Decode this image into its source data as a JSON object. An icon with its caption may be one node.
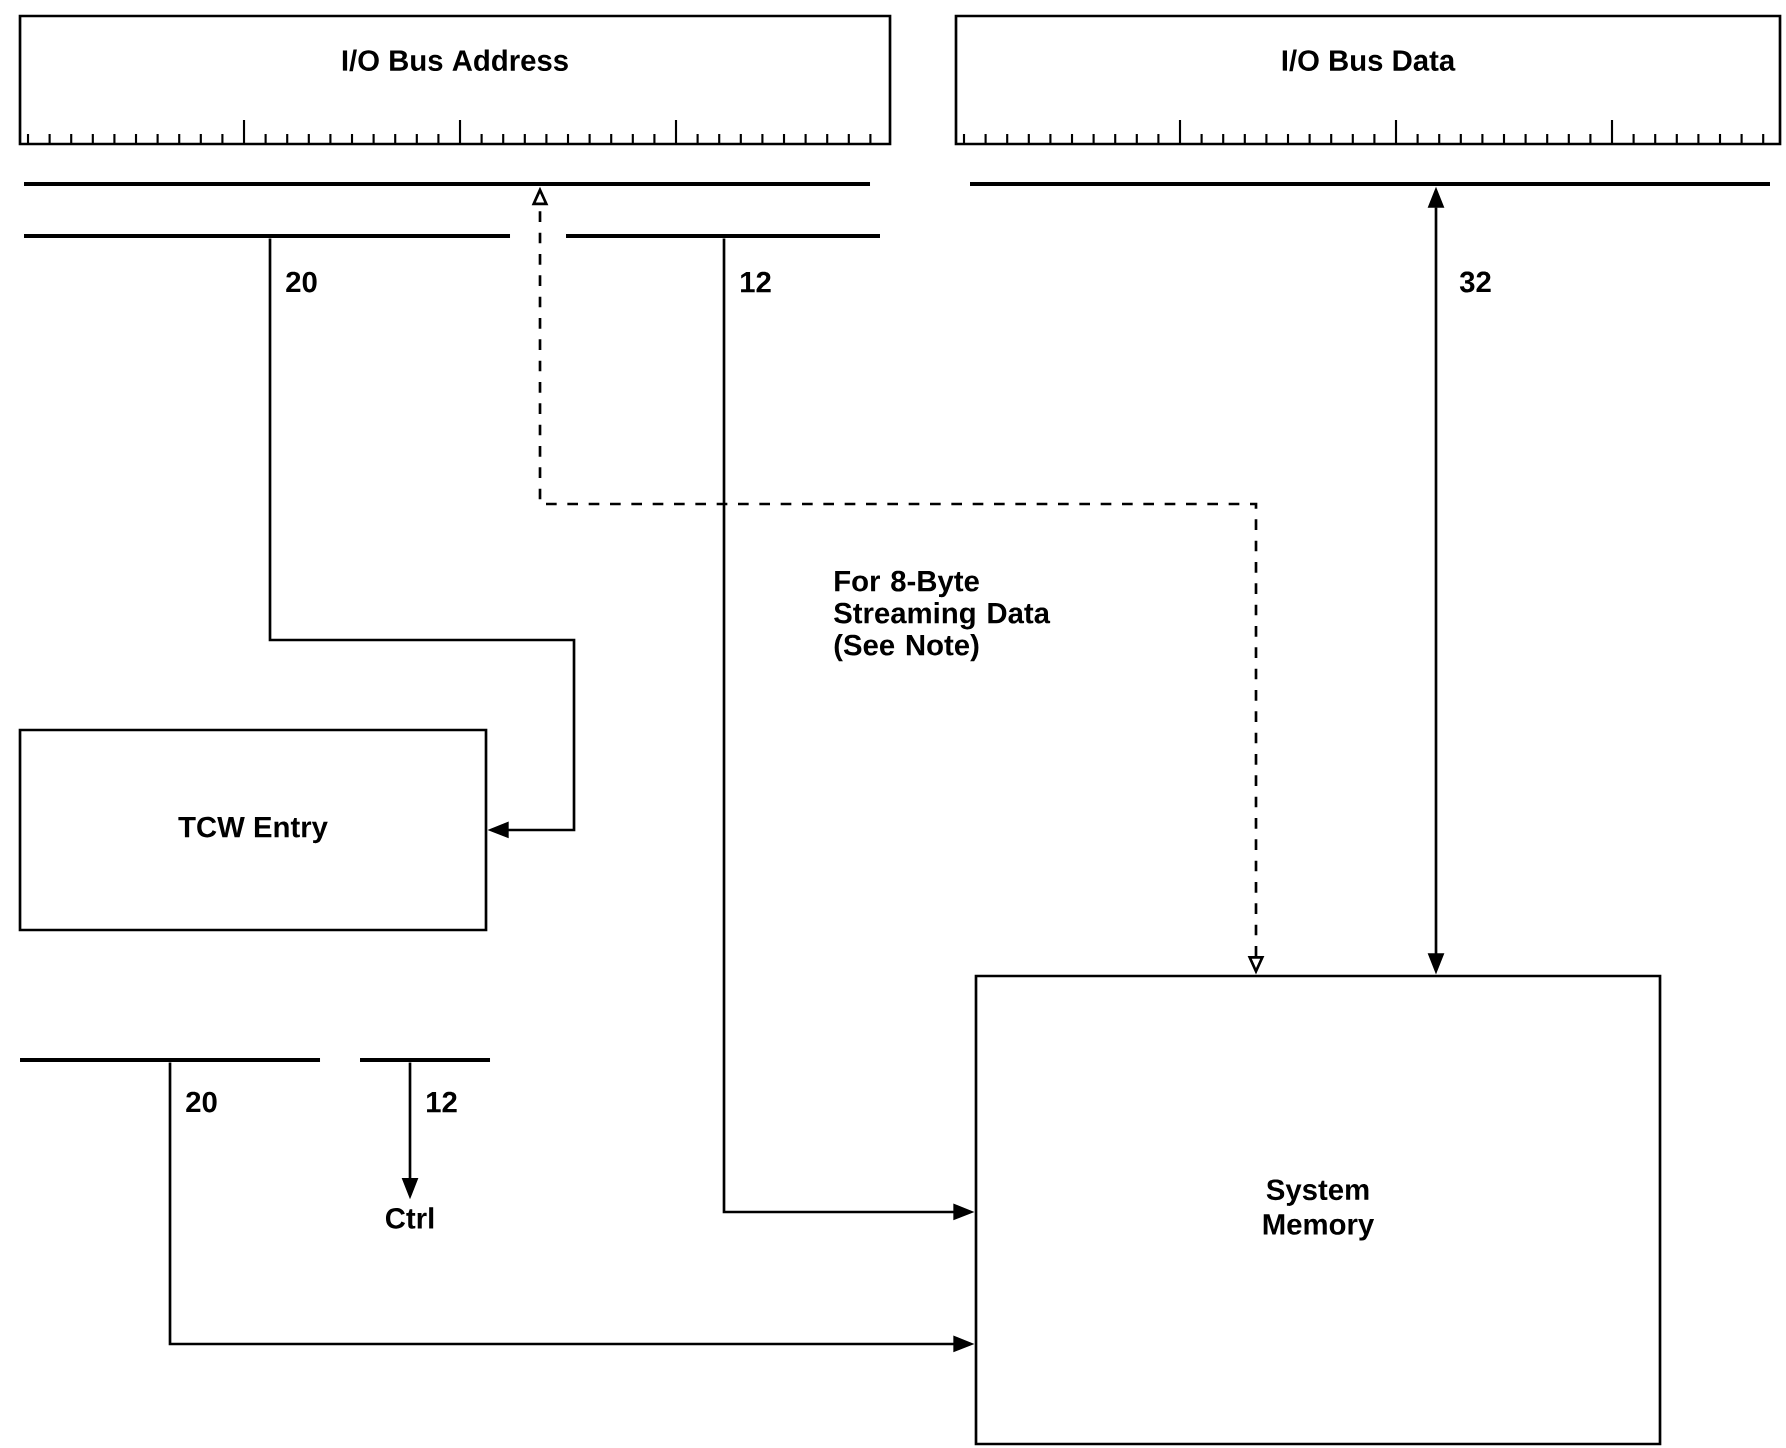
{
  "diagram": {
    "nodes": [
      {
        "text": [
          "I/O Bus Address"
        ]
      },
      {
        "text": [
          "I/O Bus Data"
        ]
      },
      {
        "text": [],
        "shape": "bar"
      },
      {
        "text": [],
        "shape": "bar"
      },
      {
        "text": [],
        "shape": "bar"
      },
      {
        "text": [],
        "shape": "bar"
      },
      {
        "text": [
          "TCW Entry"
        ]
      },
      {
        "text": [
          "System Memory"
        ]
      },
      {
        "text": [],
        "shape": "bar"
      },
      {
        "text": [],
        "shape": "bar"
      },
      {
        "text": [
          "Ctrl"
        ]
      }
    ],
    "edges": [
      {
        "from": 4,
        "to": 6,
        "arrow": "to",
        "label": "20"
      },
      {
        "from": 5,
        "to": 7,
        "arrow": "to",
        "label": "12"
      },
      {
        "from": 7,
        "to": 2,
        "arrow": "both",
        "style": "dashed",
        "label": "For 8-Byte Streaming Data (See Note)"
      },
      {
        "from": 3,
        "to": 7,
        "arrow": "both",
        "label": "32"
      },
      {
        "from": 9,
        "to": 10,
        "arrow": "to",
        "label": "12"
      },
      {
        "from": 8,
        "to": 7,
        "arrow": "to",
        "label": "20"
      }
    ]
  }
}
